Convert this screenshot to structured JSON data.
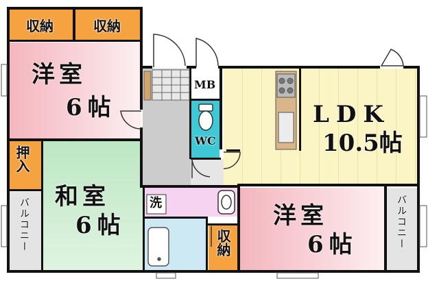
{
  "rooms": {
    "storage_top_left": "収納",
    "storage_top_right": "収納",
    "western_nw_name": "洋室",
    "western_nw_size": "6帖",
    "closet": "押入",
    "balcony_left": "バルコニー",
    "japanese_name": "和室",
    "japanese_size": "6帖",
    "mb": "MB",
    "wc": "WC",
    "wash": "洗",
    "storage_bottom": "収納",
    "ldk_name": "LDK",
    "ldk_size": "10.5帖",
    "western_se_name": "洋室",
    "western_se_size": "6帖",
    "balcony_right": "バルコニー"
  },
  "colors": {
    "western": "#f6c9cf",
    "japanese": "#c8eccd",
    "ldk": "#fbf4c4",
    "storage": "#f5a341",
    "wc": "#3fc9d7",
    "bath": "#cde9f4",
    "wash": "#f7d3f2",
    "hall": "#cccccc",
    "balcony": "#e4e4e4"
  }
}
